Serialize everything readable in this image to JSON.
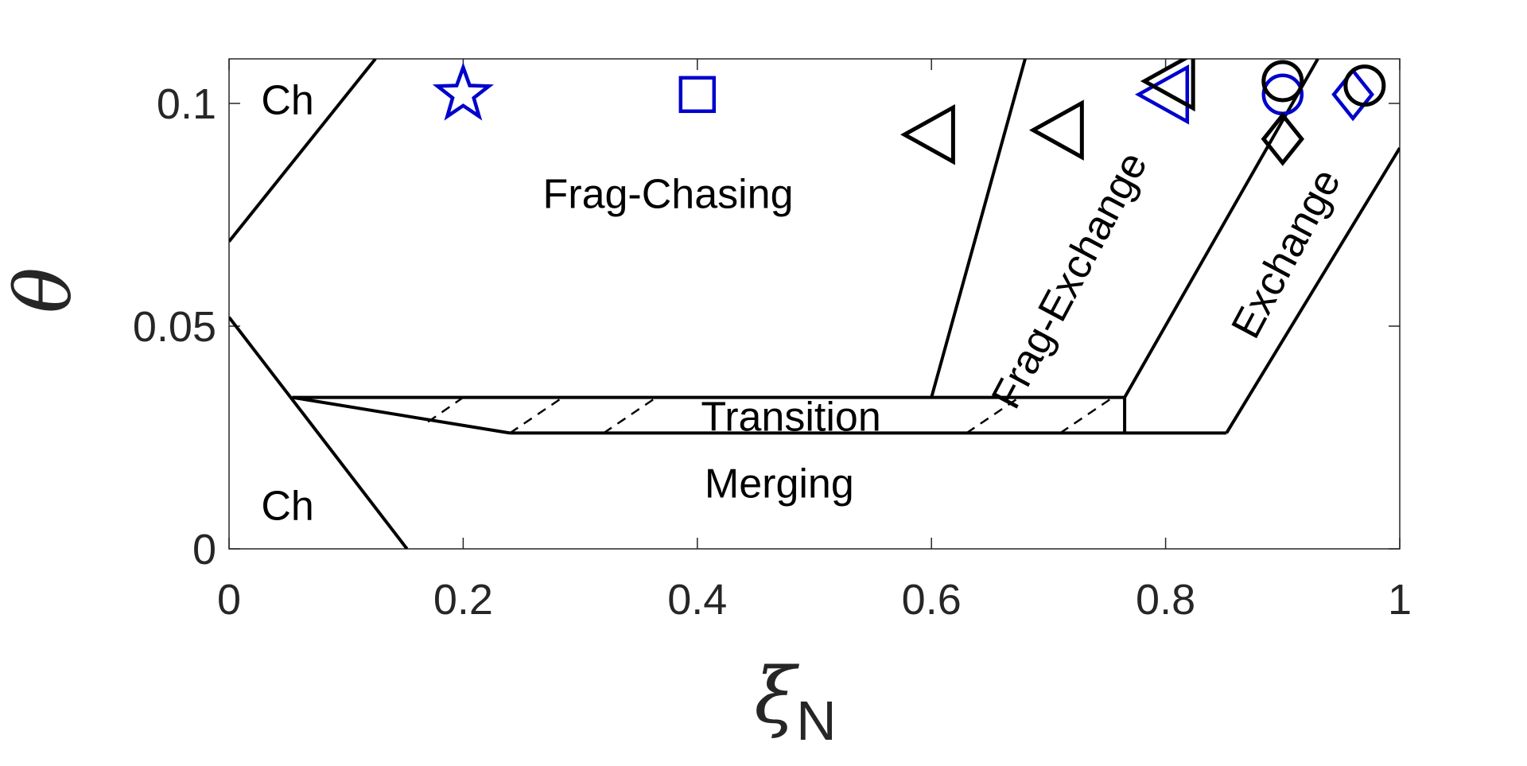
{
  "chart_data": {
    "type": "scatter",
    "xlabel": {
      "symbol": "ξ",
      "subscript": "N"
    },
    "ylabel": {
      "symbol": "θ"
    },
    "xlim": [
      0,
      1
    ],
    "ylim": [
      0,
      0.11
    ],
    "xticks": [
      0,
      0.2,
      0.4,
      0.6,
      0.8,
      1
    ],
    "yticks": [
      0,
      0.05,
      0.1
    ],
    "xtick_labels": [
      "0",
      "0.2",
      "0.4",
      "0.6",
      "0.8",
      "1"
    ],
    "ytick_labels": [
      "0",
      "0.05",
      "0.1"
    ],
    "grid": false,
    "boundaries": [
      {
        "name": "ch-upper-boundary",
        "style": "solid",
        "points": [
          [
            0,
            0.069
          ],
          [
            0.125,
            0.11
          ]
        ]
      },
      {
        "name": "ch-lower-boundary",
        "style": "solid",
        "points": [
          [
            0,
            0.052
          ],
          [
            0.152,
            0
          ]
        ]
      },
      {
        "name": "transition-top",
        "style": "solid",
        "points": [
          [
            0.054,
            0.034
          ],
          [
            0.765,
            0.034
          ]
        ]
      },
      {
        "name": "transition-left",
        "style": "solid",
        "points": [
          [
            0.054,
            0.034
          ],
          [
            0.24,
            0.026
          ]
        ]
      },
      {
        "name": "transition-bottom",
        "style": "solid",
        "points": [
          [
            0.24,
            0.026
          ],
          [
            0.852,
            0.026
          ]
        ]
      },
      {
        "name": "transition-right",
        "style": "solid",
        "points": [
          [
            0.765,
            0.026
          ],
          [
            0.765,
            0.034
          ]
        ]
      },
      {
        "name": "frag-chasing-frag-exchange-boundary",
        "style": "solid",
        "points": [
          [
            0.6,
            0.034
          ],
          [
            0.68,
            0.11
          ]
        ]
      },
      {
        "name": "frag-exchange-exchange-boundary",
        "style": "solid",
        "points": [
          [
            0.765,
            0.034
          ],
          [
            0.93,
            0.11
          ]
        ]
      },
      {
        "name": "exchange-merging-boundary",
        "style": "solid",
        "points": [
          [
            0.852,
            0.026
          ],
          [
            1.0,
            0.09
          ]
        ]
      }
    ],
    "hatch_lines": [
      [
        [
          0.17,
          0.0285
        ],
        [
          0.2,
          0.034
        ]
      ],
      [
        [
          0.24,
          0.026
        ],
        [
          0.285,
          0.034
        ]
      ],
      [
        [
          0.32,
          0.026
        ],
        [
          0.365,
          0.034
        ]
      ],
      [
        [
          0.63,
          0.026
        ],
        [
          0.675,
          0.034
        ]
      ],
      [
        [
          0.71,
          0.026
        ],
        [
          0.755,
          0.034
        ]
      ]
    ],
    "regions": [
      {
        "label": "Ch",
        "x": 0.05,
        "y": 0.1,
        "rotation": 0
      },
      {
        "label": "Frag-Chasing",
        "x": 0.375,
        "y": 0.079,
        "rotation": 0
      },
      {
        "label": "Frag-Exchange",
        "x": 0.72,
        "y": 0.06,
        "rotation": -62
      },
      {
        "label": "Exchange",
        "x": 0.905,
        "y": 0.066,
        "rotation": -62
      },
      {
        "label": "Transition",
        "x": 0.48,
        "y": 0.029,
        "rotation": 0
      },
      {
        "label": "Merging",
        "x": 0.47,
        "y": 0.014,
        "rotation": 0
      },
      {
        "label": "Ch",
        "x": 0.05,
        "y": 0.009,
        "rotation": 0
      }
    ],
    "markers": [
      {
        "shape": "star",
        "color": "#0000cc",
        "x": 0.2,
        "y": 0.102
      },
      {
        "shape": "square",
        "color": "#0000cc",
        "x": 0.4,
        "y": 0.102
      },
      {
        "shape": "triangle-left",
        "color": "#000000",
        "x": 0.6,
        "y": 0.093
      },
      {
        "shape": "triangle-left",
        "color": "#000000",
        "x": 0.71,
        "y": 0.094
      },
      {
        "shape": "triangle-left",
        "color": "#0000cc",
        "x": 0.8,
        "y": 0.102
      },
      {
        "shape": "triangle-left",
        "color": "#000000",
        "x": 0.805,
        "y": 0.105
      },
      {
        "shape": "circle",
        "color": "#0000cc",
        "x": 0.9,
        "y": 0.102
      },
      {
        "shape": "circle",
        "color": "#000000",
        "x": 0.9,
        "y": 0.105
      },
      {
        "shape": "diamond",
        "color": "#000000",
        "x": 0.9,
        "y": 0.092
      },
      {
        "shape": "diamond",
        "color": "#0000cc",
        "x": 0.96,
        "y": 0.102
      },
      {
        "shape": "circle",
        "color": "#000000",
        "x": 0.97,
        "y": 0.104
      }
    ]
  }
}
